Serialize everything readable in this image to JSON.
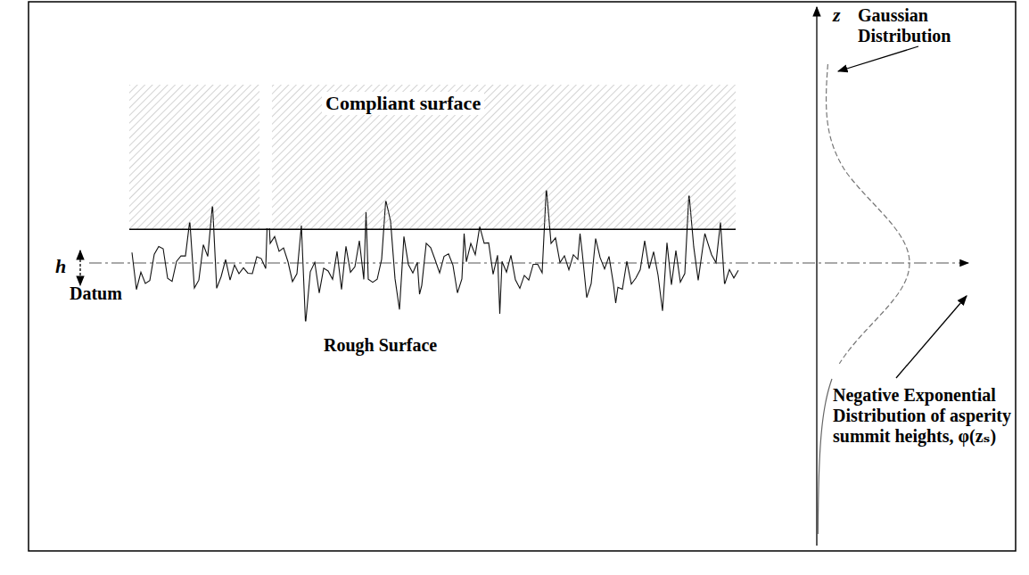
{
  "diagram": {
    "nodes": [
      {
        "text": [
          "Compliant surface"
        ]
      }
    ],
    "labels": [
      "Gaussian Distribution",
      "z",
      "h",
      "Datum",
      "Rough Surface",
      "Negative Exponential Distribution of asperity summit heights, φ(zₛ)"
    ]
  }
}
